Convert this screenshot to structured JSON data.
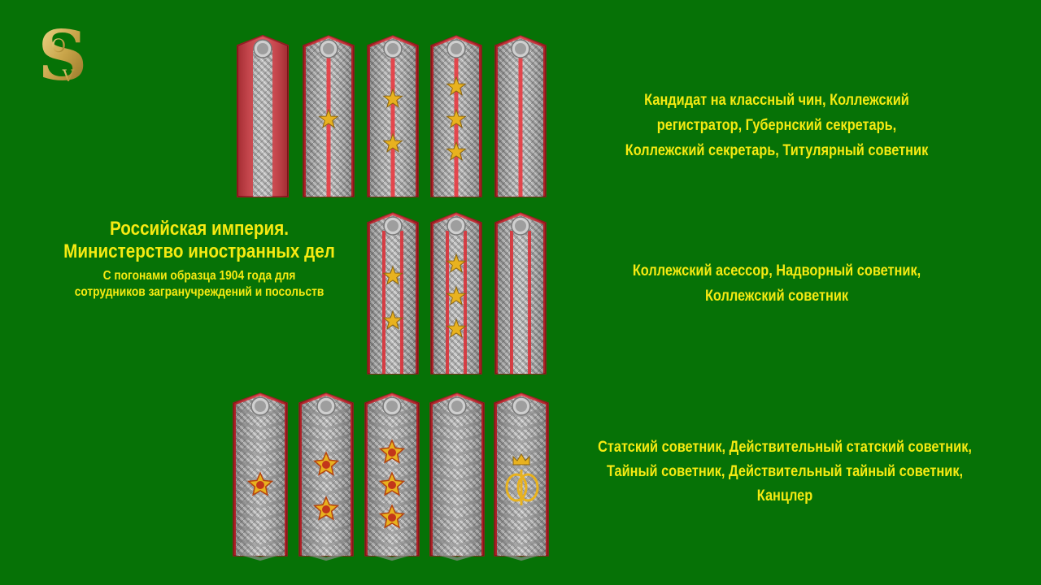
{
  "logo": {
    "letters": "SOV",
    "color": "#c9a54a"
  },
  "title": {
    "line1": "Российская империя.",
    "line2": "Министерство иностранных дел",
    "sub1": "С погонами образца 1904 года для",
    "sub2": "сотрудников загранучреждений и посольств"
  },
  "captions": {
    "row1": [
      "Кандидат на классный чин, Коллежский",
      "регистратор, Губернский секретарь,",
      "Коллежский секретарь, Титулярный советник"
    ],
    "row2": [
      "Коллежский асессор, Надворный советник,",
      "Коллежский советник"
    ],
    "row3": [
      "Статский советник, Действительный статский советник,",
      "Тайный советник, Действительный тайный советник,",
      "Канцлер"
    ]
  },
  "colors": {
    "background": "#067206",
    "text": "#f5ea12",
    "piping": "#e0262e",
    "galloon": "#b7b7b7",
    "star": "#e8b21f",
    "button": "#cfcfcf"
  },
  "epaulettes": {
    "row1": [
      {
        "rank": "Кандидат на классный чин",
        "variant": "red-field",
        "stars": 0
      },
      {
        "rank": "Коллежский регистратор",
        "variant": "one-stripe",
        "stars": 1
      },
      {
        "rank": "Губернский секретарь",
        "variant": "one-stripe",
        "stars": 2
      },
      {
        "rank": "Коллежский секретарь",
        "variant": "one-stripe",
        "stars": 3
      },
      {
        "rank": "Титулярный советник",
        "variant": "one-stripe",
        "stars": 0
      }
    ],
    "row2": [
      {
        "rank": "Коллежский асессор",
        "variant": "two-stripes",
        "stars": 2
      },
      {
        "rank": "Надворный советник",
        "variant": "two-stripes",
        "stars": 3
      },
      {
        "rank": "Коллежский советник",
        "variant": "two-stripes",
        "stars": 0
      }
    ],
    "row3": [
      {
        "rank": "Статский советник",
        "variant": "zigzag",
        "stars": 1,
        "star_style": "ornate"
      },
      {
        "rank": "Действительный статский советник",
        "variant": "zigzag",
        "stars": 2,
        "star_style": "ornate"
      },
      {
        "rank": "Тайный советник",
        "variant": "zigzag",
        "stars": 3,
        "star_style": "ornate"
      },
      {
        "rank": "Действительный тайный советник",
        "variant": "zigzag",
        "stars": 0
      },
      {
        "rank": "Канцлер",
        "variant": "zigzag",
        "stars": 0,
        "emblem": "crowned-monogram"
      }
    ]
  }
}
